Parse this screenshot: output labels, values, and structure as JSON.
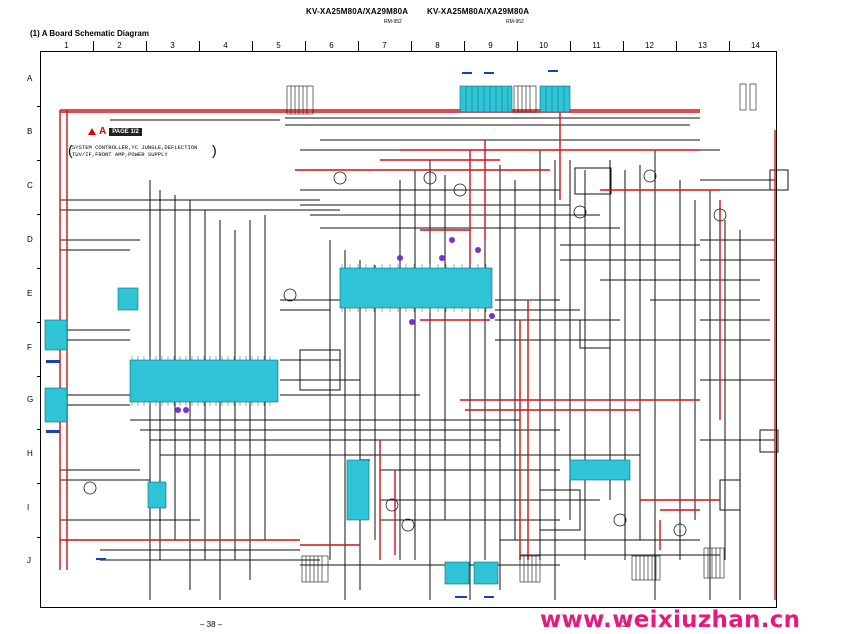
{
  "header": {
    "model_left": "KV-XA25M80A/XA29M80A",
    "model_right": "KV-XA25M80A/XA29M80A",
    "remote_left": "RM-952",
    "remote_right": "RM-952"
  },
  "sheet_title": "(1) A Board Schematic Diagram",
  "page_badge": {
    "letter": "A",
    "label": "PAGE 1/2",
    "icon": "warning-triangle-icon"
  },
  "description_lines": [
    "SYSTEM CONTROLLER,YC JUNGLE,DEFLECTION",
    "TUV/IF,FRONT AMP,POWER SUPPLY"
  ],
  "columns": [
    "1",
    "2",
    "3",
    "4",
    "5",
    "6",
    "7",
    "8",
    "9",
    "10",
    "11",
    "12",
    "13",
    "14"
  ],
  "rows": [
    "A",
    "B",
    "C",
    "D",
    "E",
    "F",
    "G",
    "H",
    "I",
    "J"
  ],
  "page_number_left": "– 38 –",
  "page_number_right": "39",
  "watermark": "www.weixiuzhan.cn",
  "colors": {
    "ic_fill": "#2ec4d6",
    "red_trace": "#d0101a",
    "purple_marker": "#7a2fd0",
    "blue_note": "#1740c0",
    "watermark": "#e8197d"
  }
}
